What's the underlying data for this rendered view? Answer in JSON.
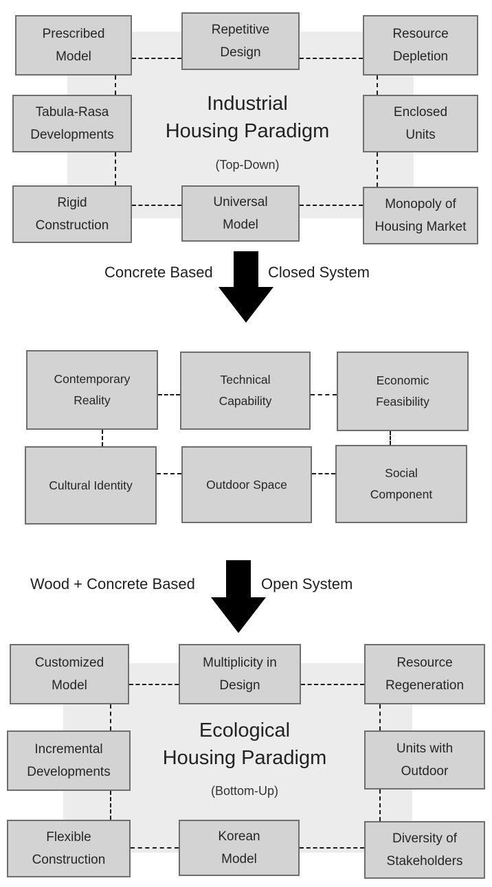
{
  "industrial": {
    "boxes": {
      "prescribed_model": "Prescribed\nModel",
      "repetitive_design": "Repetitive\nDesign",
      "resource_depletion": "Resource\nDepletion",
      "tabula_rasa": "Tabula-Rasa\nDevelopments",
      "enclosed_units": "Enclosed\nUnits",
      "rigid_construction": "Rigid\nConstruction",
      "universal_model": "Universal\nModel",
      "monopoly": "Monopoly of\nHousing Market"
    },
    "title": "Industrial\nHousing Paradigm",
    "subtitle": "(Top-Down)"
  },
  "transition_1": {
    "left": "Concrete Based",
    "right": "Closed System"
  },
  "middle": {
    "boxes": {
      "contemporary_reality": "Contemporary\nReality",
      "technical_capability": "Technical\nCapability",
      "economic_feasibility": "Economic\nFeasibility",
      "cultural_identity": "Cultural Identity",
      "outdoor_space": "Outdoor Space",
      "social_component": "Social\nComponent"
    }
  },
  "transition_2": {
    "left": "Wood + Concrete Based",
    "right": "Open System"
  },
  "ecological": {
    "boxes": {
      "customized_model": "Customized\nModel",
      "multiplicity": "Multiplicity in\nDesign",
      "resource_regeneration": "Resource\nRegeneration",
      "incremental": "Incremental\nDevelopments",
      "units_outdoor": "Units with\nOutdoor",
      "flexible_construction": "Flexible\nConstruction",
      "korean_model": "Korean\nModel",
      "diversity": "Diversity of\nStakeholders"
    },
    "title": "Ecological\nHousing Paradigm",
    "subtitle": "(Bottom-Up)"
  },
  "colors": {
    "box_fill": "#d3d3d3",
    "box_border": "#6e6e6e",
    "panel_fill": "#ececec",
    "arrow": "#000000"
  }
}
